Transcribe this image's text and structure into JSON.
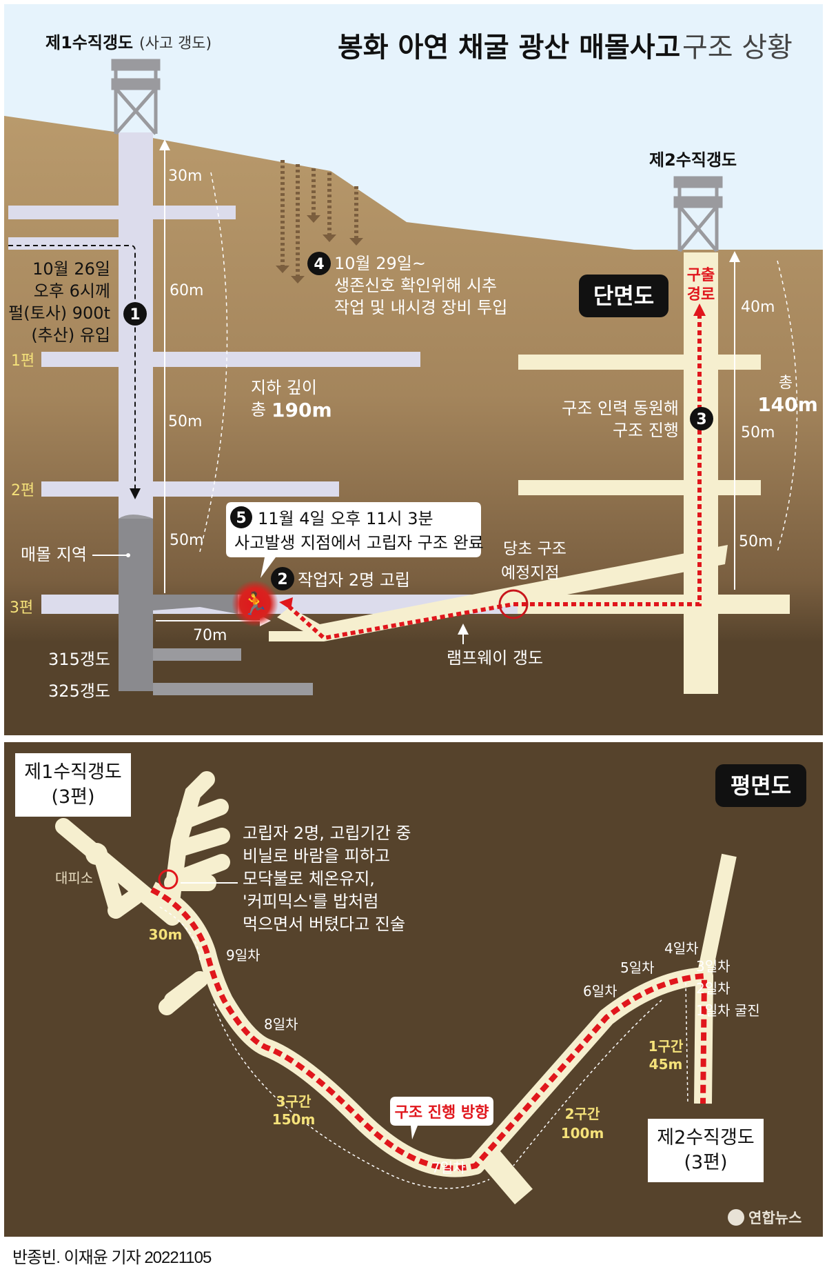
{
  "title": {
    "bold": "봉화 아연 채굴 광산 매몰사고",
    "light": "구조 상황"
  },
  "colors": {
    "sky": "#e6f3fc",
    "soil_top": "#b99a6c",
    "soil_bottom": "#56432c",
    "shaft1": "#dcdcec",
    "shaft2": "#f6efcf",
    "rescue_red": "#e0161c",
    "label_yellow": "#f5e27a",
    "plan_bg": "#56432c"
  },
  "cross_section": {
    "badge": "단면도",
    "shaft1": {
      "name": "제1수직갱도",
      "sub": "(사고 갱도)"
    },
    "shaft2": {
      "name": "제2수직갱도"
    },
    "levels": [
      "1편",
      "2편",
      "3편"
    ],
    "shaft1_depths": [
      "30m",
      "60m",
      "50m",
      "50m"
    ],
    "shaft2_depths": [
      "40m",
      "50m",
      "50m"
    ],
    "total_depth_1": {
      "line1": "지하 깊이",
      "prefix": "총",
      "value": "190m"
    },
    "total_depth_2": {
      "prefix": "총",
      "value": "140m"
    },
    "horizontal_70": "70m",
    "drifts": [
      "315갱도",
      "325갱도"
    ],
    "buried_area": "매몰 지역",
    "ramp": "램프웨이 갱도",
    "planned_point": [
      "당초 구조",
      "예정지점"
    ],
    "escape_route": [
      "구출",
      "경로"
    ],
    "events": [
      {
        "num": "1",
        "lines": [
          "10월 26일",
          "오후 6시께",
          "펄(토사) 900t",
          "(추산) 유입"
        ]
      },
      {
        "num": "2",
        "lines": [
          "작업자 2명 고립"
        ]
      },
      {
        "num": "3",
        "lines": [
          "구조 인력 동원해",
          "구조 진행"
        ]
      },
      {
        "num": "4",
        "lines": [
          "10월 29일~",
          "생존신호 확인위해 시추",
          "작업 및 내시경 장비 투입"
        ]
      },
      {
        "num": "5",
        "lines": [
          "11월 4일 오후 11시 3분",
          "사고발생 지점에서 고립자 구조 완료"
        ]
      }
    ]
  },
  "plan_view": {
    "badge": "평면도",
    "shaft1_box": [
      "제1수직갱도",
      "(3편)"
    ],
    "shaft2_box": [
      "제2수직갱도",
      "(3편)"
    ],
    "shelter": "대피소",
    "survivor_note": [
      "고립자 2명, 고립기간 중",
      "비닐로 바람을 피하고",
      "모닥불로 체온유지,",
      "'커피믹스'를 밥처럼",
      "먹으면서 버텼다고 진술"
    ],
    "days": [
      "1일차 굴진",
      "2일차",
      "3일차",
      "4일차",
      "5일차",
      "6일차",
      "7일차",
      "8일차",
      "9일차"
    ],
    "segments": [
      {
        "name": "1구간",
        "length": "45m"
      },
      {
        "name": "2구간",
        "length": "100m"
      },
      {
        "name": "3구간",
        "length": "150m"
      }
    ],
    "last_segment": "30m",
    "direction_label": "구조 진행 방향",
    "logo": "연합뉴스"
  },
  "footer": {
    "credit": "반종빈. 이재윤 기자",
    "date": "20221105"
  }
}
